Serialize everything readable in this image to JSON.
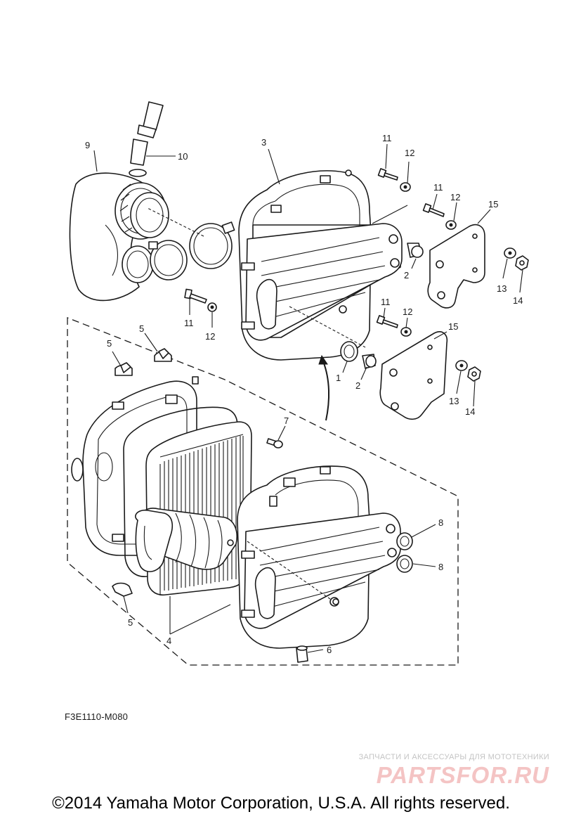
{
  "diagram": {
    "callouts": [
      {
        "id": "c9",
        "text": "9"
      },
      {
        "id": "c10",
        "text": "10"
      },
      {
        "id": "c3",
        "text": "3"
      },
      {
        "id": "c11a",
        "text": "11"
      },
      {
        "id": "c12a",
        "text": "12"
      },
      {
        "id": "c11b",
        "text": "11"
      },
      {
        "id": "c12b",
        "text": "12"
      },
      {
        "id": "c15a",
        "text": "15"
      },
      {
        "id": "c2a",
        "text": "2"
      },
      {
        "id": "c13a",
        "text": "13"
      },
      {
        "id": "c14a",
        "text": "14"
      },
      {
        "id": "c11c",
        "text": "11"
      },
      {
        "id": "c12c",
        "text": "12"
      },
      {
        "id": "c11d",
        "text": "11"
      },
      {
        "id": "c12d",
        "text": "12"
      },
      {
        "id": "c15b",
        "text": "15"
      },
      {
        "id": "c1",
        "text": "1"
      },
      {
        "id": "c2b",
        "text": "2"
      },
      {
        "id": "c13b",
        "text": "13"
      },
      {
        "id": "c14b",
        "text": "14"
      },
      {
        "id": "c5a",
        "text": "5"
      },
      {
        "id": "c5b",
        "text": "5"
      },
      {
        "id": "c7",
        "text": "7"
      },
      {
        "id": "c8a",
        "text": "8"
      },
      {
        "id": "c8b",
        "text": "8"
      },
      {
        "id": "c5c",
        "text": "5"
      },
      {
        "id": "c4",
        "text": "4"
      },
      {
        "id": "c6",
        "text": "6"
      }
    ],
    "code": "F3E1110-M080"
  },
  "watermark": {
    "tagline": "ЗАПЧАСТИ И АКСЕССУАРЫ ДЛЯ МОТОТЕХНИКИ",
    "logo": "PARTSFOR.RU"
  },
  "copyright": "©2014 Yamaha Motor Corporation, U.S.A. All rights reserved.",
  "colors": {
    "line": "#1a1a1a",
    "background": "#ffffff",
    "watermark_text": "#c4c4c4",
    "watermark_logo": "#f4c4c4"
  }
}
